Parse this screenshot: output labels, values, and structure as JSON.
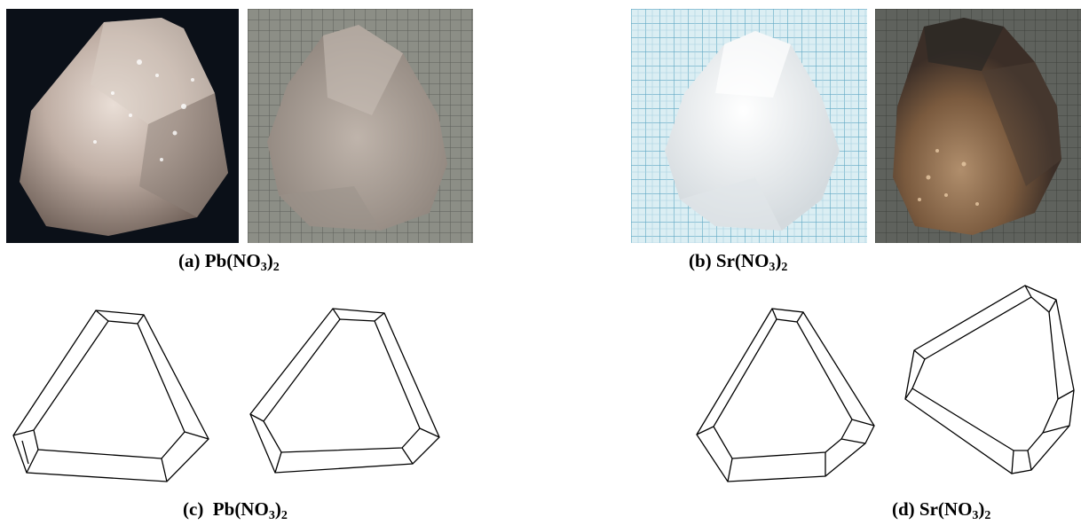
{
  "panels": {
    "a": {
      "label": "(a) Pb(NO",
      "sub1": "3",
      "close": ")",
      "sub2": "2"
    },
    "b": {
      "label": "(b) Sr(NO",
      "sub1": "3",
      "close": ")",
      "sub2": "2"
    },
    "c": {
      "label": "(c)  Pb(NO",
      "sub1": "3",
      "close": ")",
      "sub2": "2"
    },
    "d": {
      "label": "(d) Sr(NO",
      "sub1": "3",
      "close": ")",
      "sub2": "2"
    }
  },
  "colors": {
    "dark_background": "#0b1018",
    "grid_paper_grey": "#8c8e86",
    "grid_paper_blue": "#dbeef3",
    "grid_line_blue": "#5fa8c4",
    "crystal_white": "#f2f4f6",
    "crystal_grey": "#b3aaa2",
    "crystal_bronze": "#7a5a3e"
  }
}
